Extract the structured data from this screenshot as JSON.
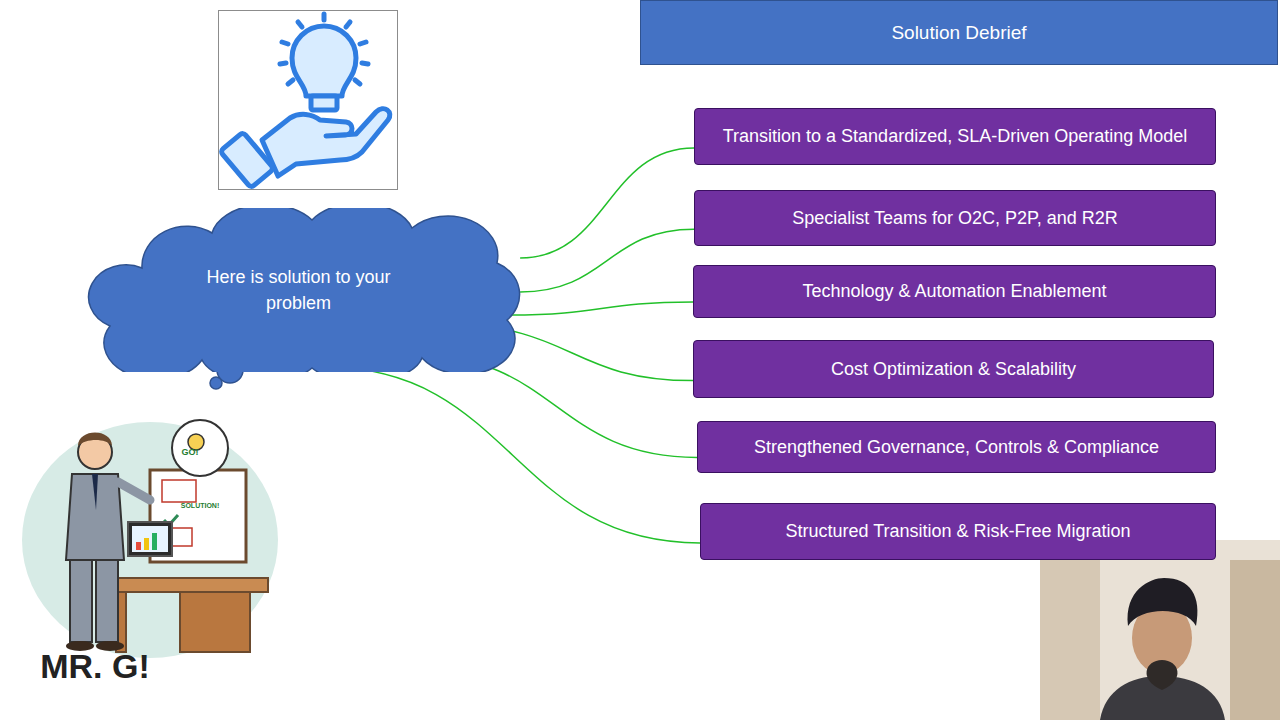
{
  "diagram": {
    "title": "Solution Debrief",
    "nodes": [
      {
        "text": [
          "Here is solution to your problem"
        ]
      },
      {
        "text": [
          "Transition to a Standardized, SLA-Driven Operating Model"
        ]
      },
      {
        "text": [
          "Specialist Teams for O2C, P2P, and R2R"
        ]
      },
      {
        "text": [
          "Technology & Automation Enablement"
        ]
      },
      {
        "text": [
          "Cost Optimization & Scalability"
        ]
      },
      {
        "text": [
          "Strengthened Governance, Controls & Compliance"
        ]
      },
      {
        "text": [
          "Structured Transition & Risk-Free Migration"
        ]
      }
    ],
    "edges": [
      {
        "from": 0,
        "to": 1,
        "arrow": "none"
      },
      {
        "from": 0,
        "to": 2,
        "arrow": "none"
      },
      {
        "from": 0,
        "to": 3,
        "arrow": "none"
      },
      {
        "from": 0,
        "to": 4,
        "arrow": "none"
      },
      {
        "from": 0,
        "to": 5,
        "arrow": "none"
      },
      {
        "from": 0,
        "to": 6,
        "arrow": "none"
      }
    ],
    "labels": [
      "GO!",
      "SOLUTION!",
      "MR. G!"
    ]
  }
}
